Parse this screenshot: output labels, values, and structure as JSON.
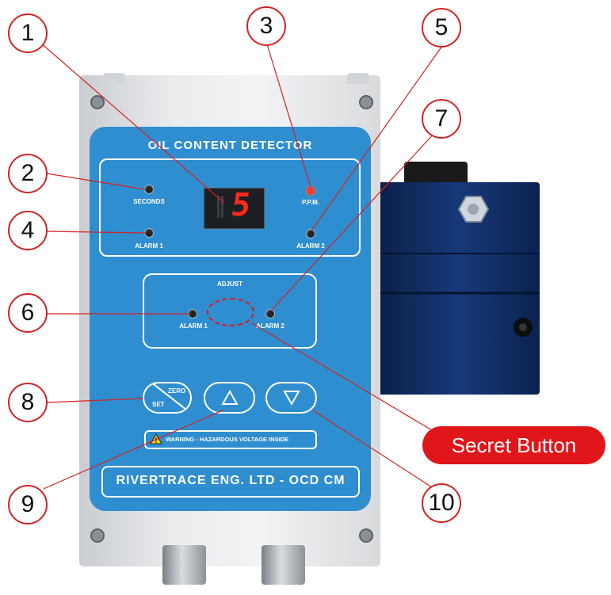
{
  "device": {
    "title": "OIL CONTENT DETECTOR",
    "display_digit": "5",
    "labels": {
      "seconds": "SECONDS",
      "ppm": "P.P.M.",
      "alarm1": "ALARM 1",
      "alarm2": "ALARM 2",
      "adjust": "ADJUST",
      "adjust_alarm1": "ALARM 1",
      "adjust_alarm2": "ALARM 2",
      "zero": "ZERO",
      "set": "SET"
    },
    "warning": "WARNING - HAZARDOUS VOLTAGE INSIDE",
    "brand": "RIVERTRACE ENG. LTD - OCD CM"
  },
  "callouts": [
    "1",
    "2",
    "3",
    "4",
    "5",
    "6",
    "7",
    "8",
    "9",
    "10"
  ],
  "secret_button_label": "Secret Button",
  "icons": {
    "up": "up-triangle-icon",
    "down": "down-triangle-icon",
    "warning": "warning-triangle-icon"
  },
  "colors": {
    "panel_blue": "#2f8ecf",
    "callout_red": "#d42222",
    "secret_red": "#e0161a",
    "led_red": "#ff3a2a",
    "display_digit": "#ff2a1a",
    "sensor_box": "#0f2a58"
  }
}
